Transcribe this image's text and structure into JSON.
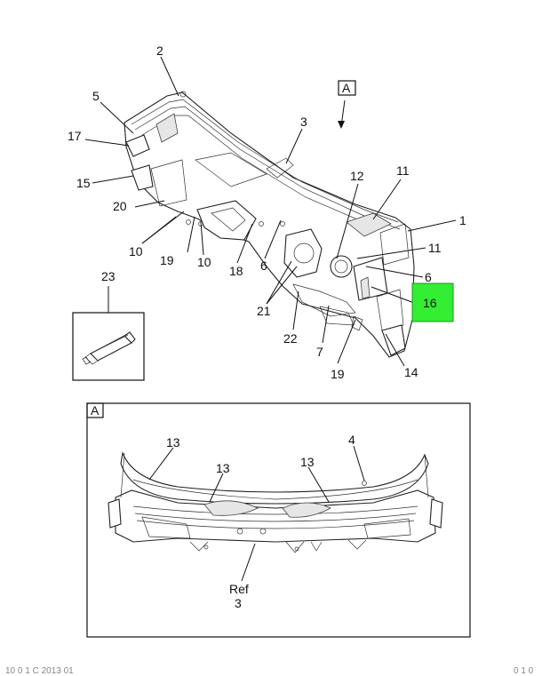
{
  "callouts": {
    "c2": "2",
    "c5": "5",
    "c17": "17",
    "c3": "3",
    "c15": "15",
    "c20": "20",
    "c10a": "10",
    "c19a": "19",
    "c10b": "10",
    "c18": "18",
    "c6a": "6",
    "c12": "12",
    "c11a": "11",
    "c1": "1",
    "c11b": "11",
    "c6b": "6",
    "c16": "16",
    "c21": "21",
    "c22": "22",
    "c7": "7",
    "c19b": "19",
    "c14": "14",
    "c23": "23",
    "cA": "A"
  },
  "detail": {
    "label": "A",
    "c13a": "13",
    "c13b": "13",
    "c13c": "13",
    "c4": "4",
    "ref_label": "Ref",
    "ref_num": "3"
  },
  "footer": {
    "left": "10 0 1 C 2013 01",
    "right": "0 1 0"
  },
  "colors": {
    "highlight": "#33ee33"
  }
}
